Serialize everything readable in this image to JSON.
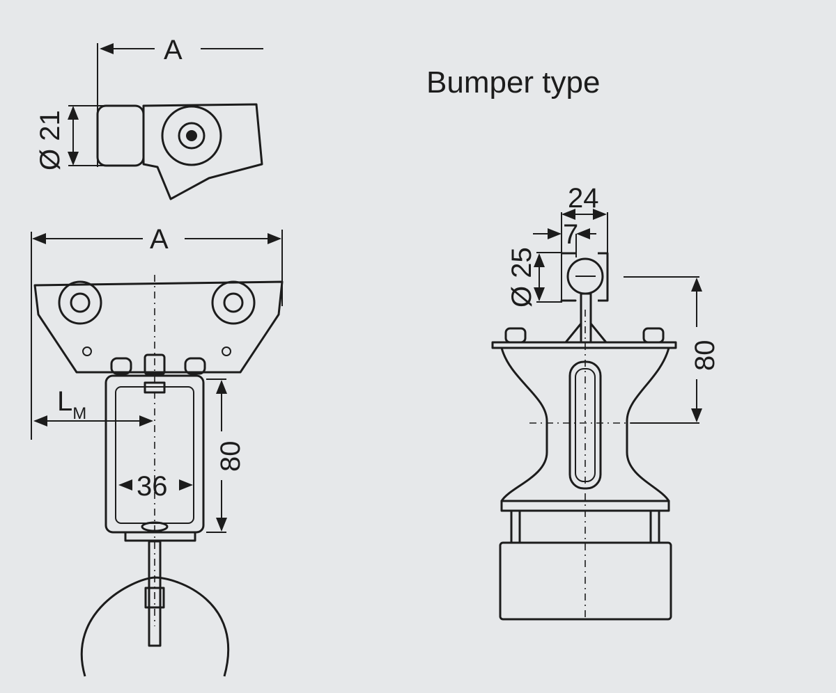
{
  "title": "Bumper type",
  "left_top_view": {
    "dim_a": "A",
    "dim_diameter": "Ø 21"
  },
  "left_trolley": {
    "dim_a": "A",
    "dim_l": "L",
    "dim_l_sub": "M",
    "dim_width": "36",
    "dim_height": "80"
  },
  "right_bumper": {
    "dim_width": "24",
    "dim_offset": "7",
    "dim_diameter": "Ø 25",
    "dim_height": "80"
  },
  "colors": {
    "background": "#e6e8ea",
    "line": "#1c1c1c"
  }
}
